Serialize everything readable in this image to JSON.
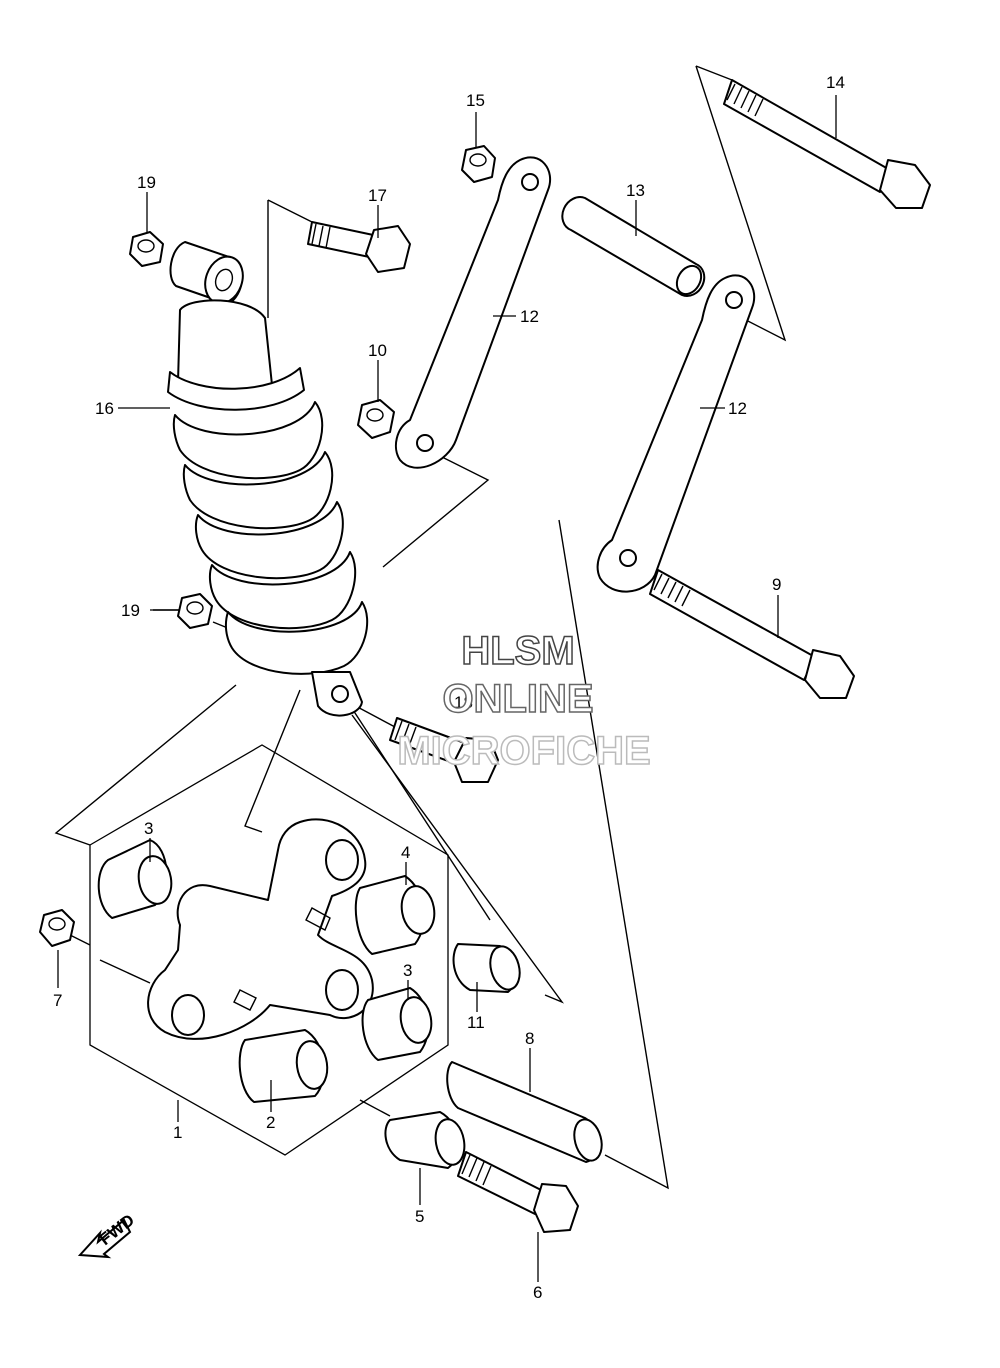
{
  "diagram": {
    "callouts": {
      "c1": "1",
      "c2": "2",
      "c3a": "3",
      "c3b": "3",
      "c4": "4",
      "c5": "5",
      "c6": "6",
      "c7": "7",
      "c8": "8",
      "c9": "9",
      "c10": "10",
      "c11": "11",
      "c12a": "12",
      "c12b": "12",
      "c13": "13",
      "c14": "14",
      "c15": "15",
      "c16": "16",
      "c17": "17",
      "c18": "18",
      "c19a": "19",
      "c19b": "19"
    },
    "watermark": {
      "line1": "HLSM",
      "line2": "ONLINE",
      "line3": "MICROFICHE"
    },
    "fwd_label": "FWD",
    "icons": [
      "fwd-arrow-icon"
    ]
  }
}
